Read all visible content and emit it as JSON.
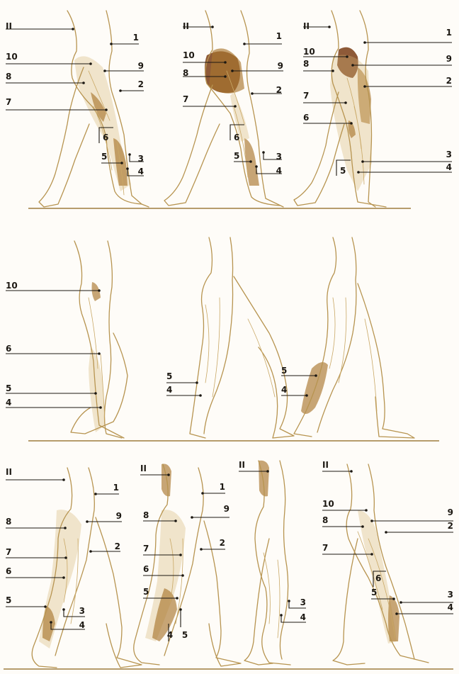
{
  "colors": {
    "paper": "#fefcf8",
    "outline": "#b79450",
    "label": "#1c1812",
    "shade_light": "#d8b877",
    "shade_mid": "#a9772e",
    "shade_dark": "#7a3d16"
  },
  "panels": [
    {
      "id": "r1-a",
      "labels": [
        "II",
        "1",
        "10",
        "9",
        "8",
        "2",
        "7",
        "6",
        "5",
        "3",
        "4"
      ]
    },
    {
      "id": "r1-b",
      "labels": [
        "II",
        "1",
        "10",
        "9",
        "8",
        "2",
        "7",
        "6",
        "5",
        "3",
        "4"
      ]
    },
    {
      "id": "r1-c",
      "labels": [
        "II",
        "1",
        "10",
        "9",
        "8",
        "2",
        "7",
        "6",
        "3",
        "5",
        "4"
      ]
    },
    {
      "id": "r2-a",
      "labels": [
        "10",
        "6",
        "5",
        "4"
      ]
    },
    {
      "id": "r2-b",
      "labels": [
        "5",
        "4"
      ]
    },
    {
      "id": "r2-c",
      "labels": [
        "5",
        "4"
      ]
    },
    {
      "id": "r3-a",
      "labels": [
        "II",
        "1",
        "9",
        "8",
        "2",
        "7",
        "6",
        "5",
        "3",
        "4"
      ]
    },
    {
      "id": "r3-b",
      "labels": [
        "II",
        "1",
        "8",
        "9",
        "7",
        "2",
        "6",
        "5",
        "4",
        "5"
      ]
    },
    {
      "id": "r3-c",
      "labels": [
        "II",
        "3",
        "4"
      ]
    },
    {
      "id": "r3-d",
      "labels": [
        "II",
        "10",
        "9",
        "8",
        "2",
        "7",
        "6",
        "5",
        "3",
        "4"
      ]
    }
  ]
}
